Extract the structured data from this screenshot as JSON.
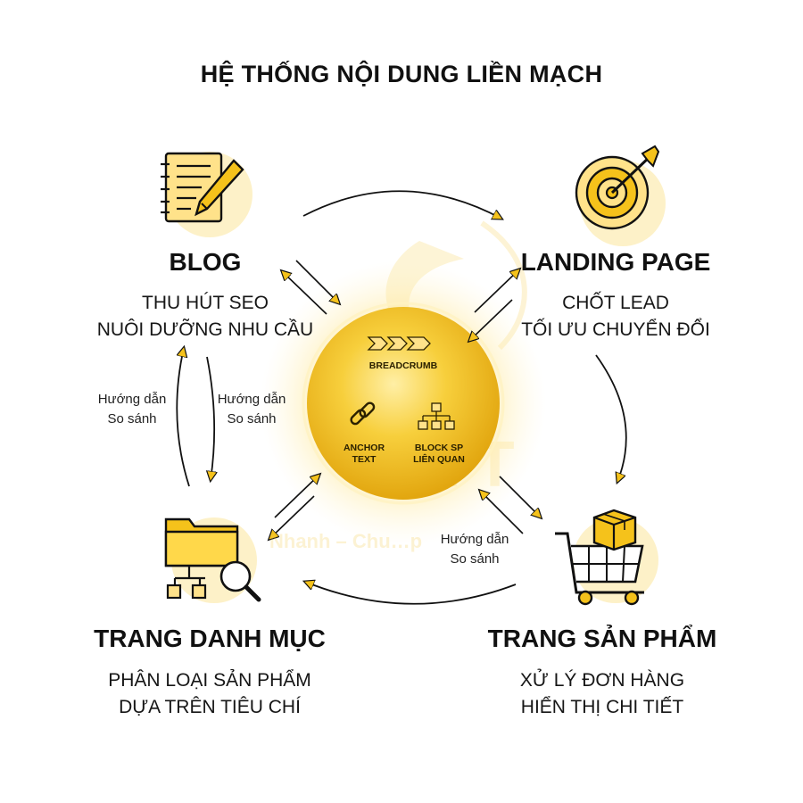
{
  "title": "HỆ THỐNG NỘI DUNG LIỀN MẠCH",
  "colors": {
    "accent": "#F5C21B",
    "accent_light": "#FBE7A4",
    "sphere_center": "#FFE27A",
    "sphere_edge": "#E0A80F",
    "arrow": "#111111"
  },
  "nodes": {
    "blog": {
      "title": "BLOG",
      "desc": [
        "THU HÚT SEO",
        "NUÔI DƯỠNG NHU CẦU"
      ],
      "icon": "notebook-pencil-icon"
    },
    "landing": {
      "title": "LANDING PAGE",
      "desc": [
        "CHỐT LEAD",
        "TỐI ƯU CHUYỂN ĐỔI"
      ],
      "icon": "target-arrow-icon"
    },
    "category": {
      "title": "TRANG DANH MỤC",
      "desc": [
        "PHÂN LOẠI SẢN PHẨM",
        "DỰA TRÊN TIÊU CHÍ"
      ],
      "icon": "folder-search-icon"
    },
    "product": {
      "title": "TRANG SẢN PHẨM",
      "desc": [
        "XỬ LÝ ĐƠN HÀNG",
        "HIỂN THỊ CHI TIẾT"
      ],
      "icon": "shopping-cart-box-icon"
    }
  },
  "core": {
    "breadcrumb": "BREADCRUMB",
    "anchor": [
      "ANCHOR",
      "TEXT"
    ],
    "block": [
      "BLOCK SP",
      "LIÊN QUAN"
    ]
  },
  "guides": {
    "left_outer": [
      "Hướng dẫn",
      "So sánh"
    ],
    "left_inner": [
      "Hướng dẫn",
      "So sánh"
    ],
    "bottom_right": [
      "Hướng dẫn",
      "So sánh"
    ]
  },
  "watermark": {
    "text": "Nhanh – Chu…p"
  }
}
